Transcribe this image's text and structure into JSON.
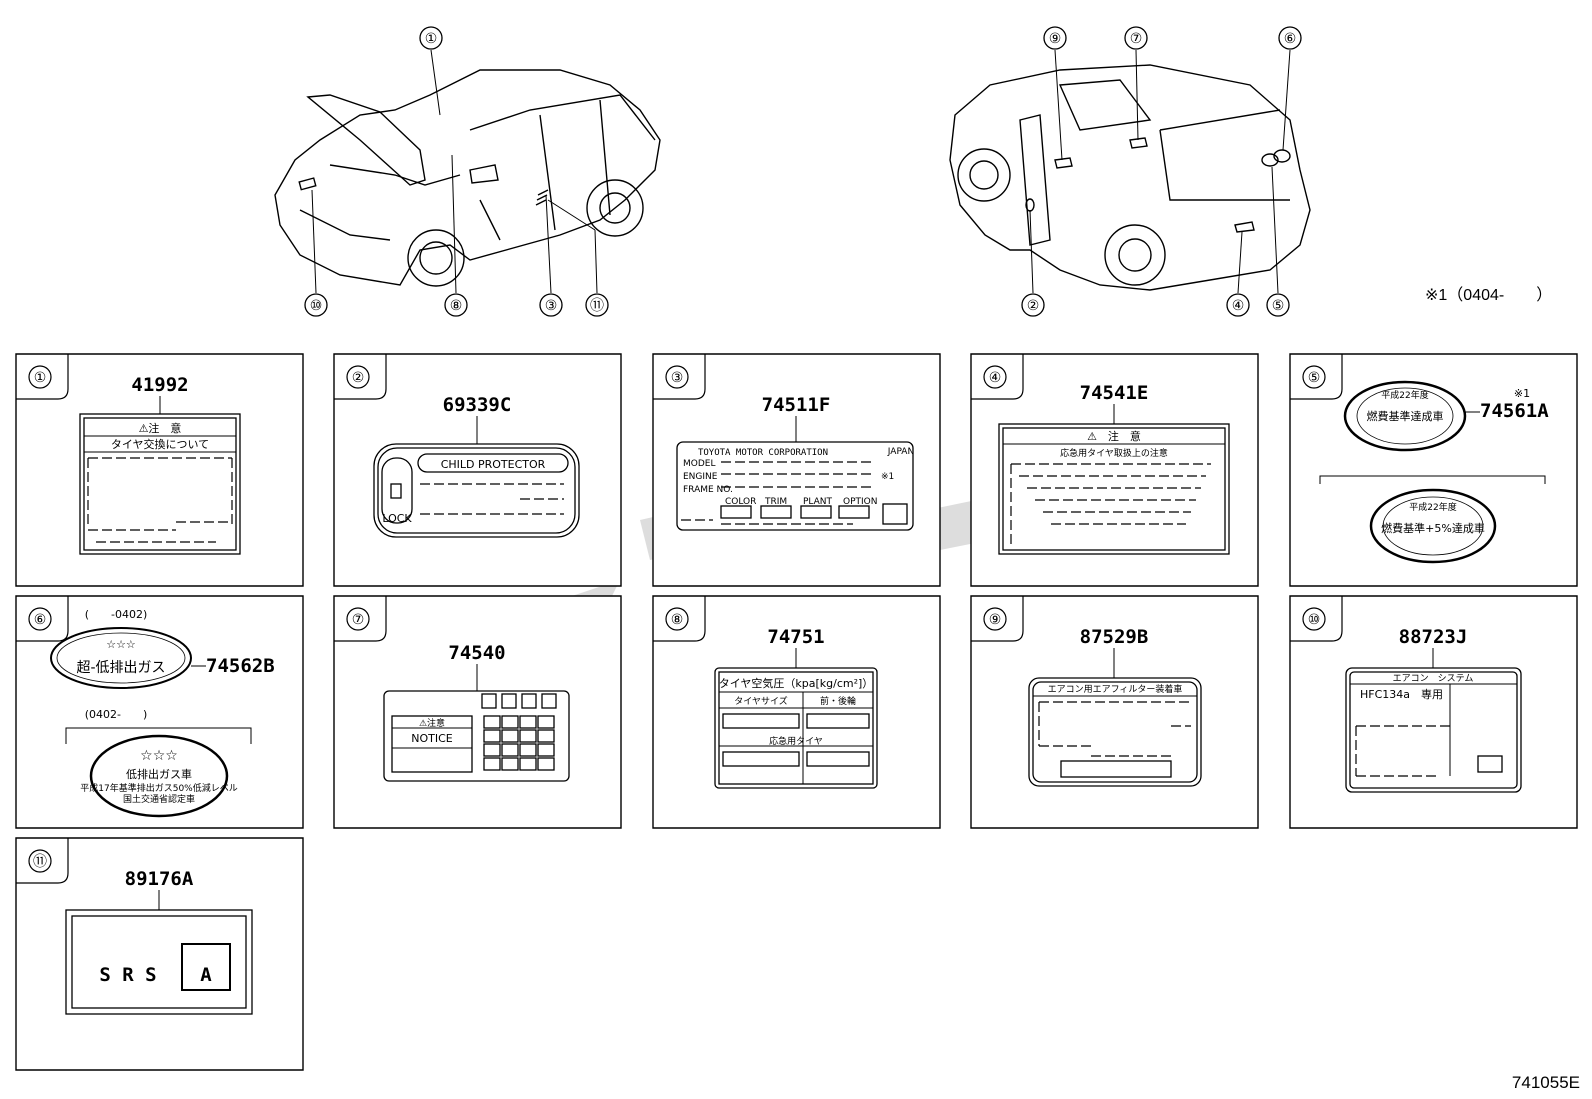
{
  "diagram_code": "741055E",
  "variant_note": "※1（0404-　　）",
  "callouts_front": [
    "①",
    "⑧",
    "③",
    "⑪",
    "⑩"
  ],
  "callouts_rear": [
    "⑨",
    "⑦",
    "⑥",
    "②",
    "④",
    "⑤"
  ],
  "labels": [
    {
      "num": "①",
      "part": "41992",
      "text": {
        "title": "⚠注　意",
        "sub": "タイヤ交換について"
      }
    },
    {
      "num": "②",
      "part": "69339C",
      "text": {
        "title": "CHILD PROTECTOR",
        "lock": "LOCK"
      }
    },
    {
      "num": "③",
      "part": "74511F",
      "text": {
        "maker": "TOYOTA MOTOR CORPORATION",
        "country": "JAPAN",
        "model": "MODEL",
        "engine": "ENGINE",
        "frame": "FRAME NO.",
        "color": "COLOR",
        "trim": "TRIM",
        "plant": "PLANT",
        "option": "OPTION",
        "note": "※1"
      }
    },
    {
      "num": "④",
      "part": "74541E",
      "text": {
        "title": "⚠　注　意",
        "sub": "応急用タイヤ取扱上の注意"
      }
    },
    {
      "num": "⑤",
      "part": "74561A",
      "text": {
        "note": "※1",
        "year1": "平成22年度",
        "body1": "燃費基準達成車",
        "year2": "平成22年度",
        "body2": "燃費基準+5%達成車"
      }
    },
    {
      "num": "⑥",
      "part": "74562B",
      "text": {
        "range1": "(　　-0402)",
        "range2": "(0402-　　)",
        "stars": "☆☆☆",
        "body1": "超-低排出ガス",
        "body2": "低排出ガス車",
        "fine1": "平成17年基準排出ガス50%低減レベル",
        "fine2": "国土交通省認定車"
      }
    },
    {
      "num": "⑦",
      "part": "74540",
      "text": {
        "caution": "⚠注意",
        "notice": "NOTICE"
      }
    },
    {
      "num": "⑧",
      "part": "74751",
      "text": {
        "title": "タイヤ空気圧（kpa[kg/cm²]）",
        "size": "タイヤサイズ",
        "fr": "前・後輪",
        "spare": "応急用タイヤ"
      }
    },
    {
      "num": "⑨",
      "part": "87529B",
      "text": {
        "title": "エアコン用エアフィルター装着車"
      }
    },
    {
      "num": "⑩",
      "part": "88723J",
      "text": {
        "title": "エアコン　システム",
        "gas": "HFC134a　専用"
      }
    },
    {
      "num": "⑪",
      "part": "89176A",
      "text": {
        "srs": "S R S",
        "a": "A"
      }
    }
  ]
}
